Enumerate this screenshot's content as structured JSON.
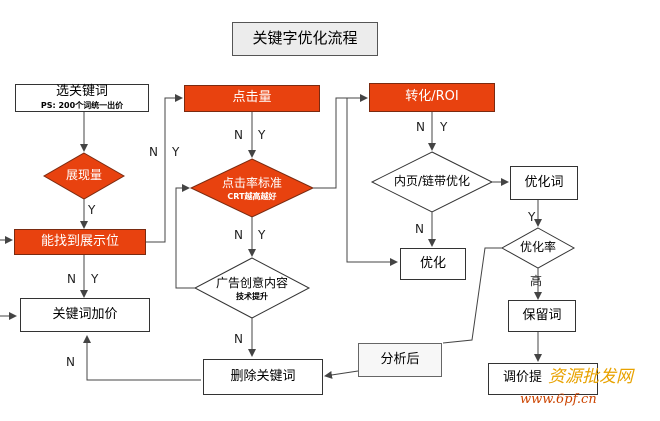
{
  "title": "关键字优化流程",
  "nodes": {
    "select_keyword": {
      "label": "选关键词",
      "sub": "PS: 200个词统一出价"
    },
    "impression": {
      "label": "展现量"
    },
    "find_position": {
      "label": "能找到展示位"
    },
    "add_price": {
      "label": "关键词加价"
    },
    "clicks": {
      "label": "点击量"
    },
    "ctr": {
      "label": "点击率标准",
      "sub": "CRT越高越好"
    },
    "ad_creative": {
      "label": "广告创意内容",
      "sub": "技术提升"
    },
    "delete_keyword": {
      "label": "删除关键词"
    },
    "conversion": {
      "label": "转化/ROI"
    },
    "inner_page": {
      "label": "内页/链带优化"
    },
    "optimize": {
      "label": "优化"
    },
    "optimize_word": {
      "label": "优化词"
    },
    "optimize_rate": {
      "label": "优化率"
    },
    "keep_word": {
      "label": "保留词"
    },
    "adjust_price": {
      "label": "调价提"
    },
    "analysis": {
      "label": "分析后"
    }
  },
  "edge_labels": {
    "n1": "N",
    "y1": "Y",
    "y_impression": "Y",
    "n_find": "N",
    "y_find": "Y",
    "n_clicks": "N",
    "y_clicks": "Y",
    "n_ctr": "N",
    "y_ctr": "Y",
    "n_creative": "N",
    "n_conv": "N",
    "y_conv": "Y",
    "n_inner": "N",
    "y_optword": "Y",
    "high": "高",
    "n_bottom": "N"
  },
  "watermark": {
    "line1": "资源批发网",
    "line2": "www.6pf.cn"
  },
  "colors": {
    "accent": "#e8420f",
    "line": "#444444"
  }
}
